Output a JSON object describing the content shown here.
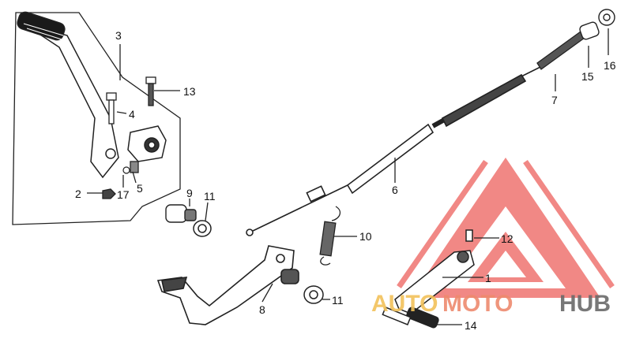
{
  "diagram": {
    "part_labels": {
      "p1": "1",
      "p2": "2",
      "p3": "3",
      "p4": "4",
      "p5": "5",
      "p6": "6",
      "p7": "7",
      "p8": "8",
      "p9": "9",
      "p10": "10",
      "p11a": "11",
      "p11b": "11",
      "p12": "12",
      "p13": "13",
      "p14": "14",
      "p15": "15",
      "p16": "16",
      "p17": "17"
    }
  },
  "watermark": {
    "part1": "AUTO",
    "part2": "MOTO",
    "part3": "HUB",
    "colors": {
      "auto": "#f2c15a",
      "moto": "#ee8a6e",
      "hub": "#6a6a6a",
      "triangle": "#ef7470"
    }
  }
}
